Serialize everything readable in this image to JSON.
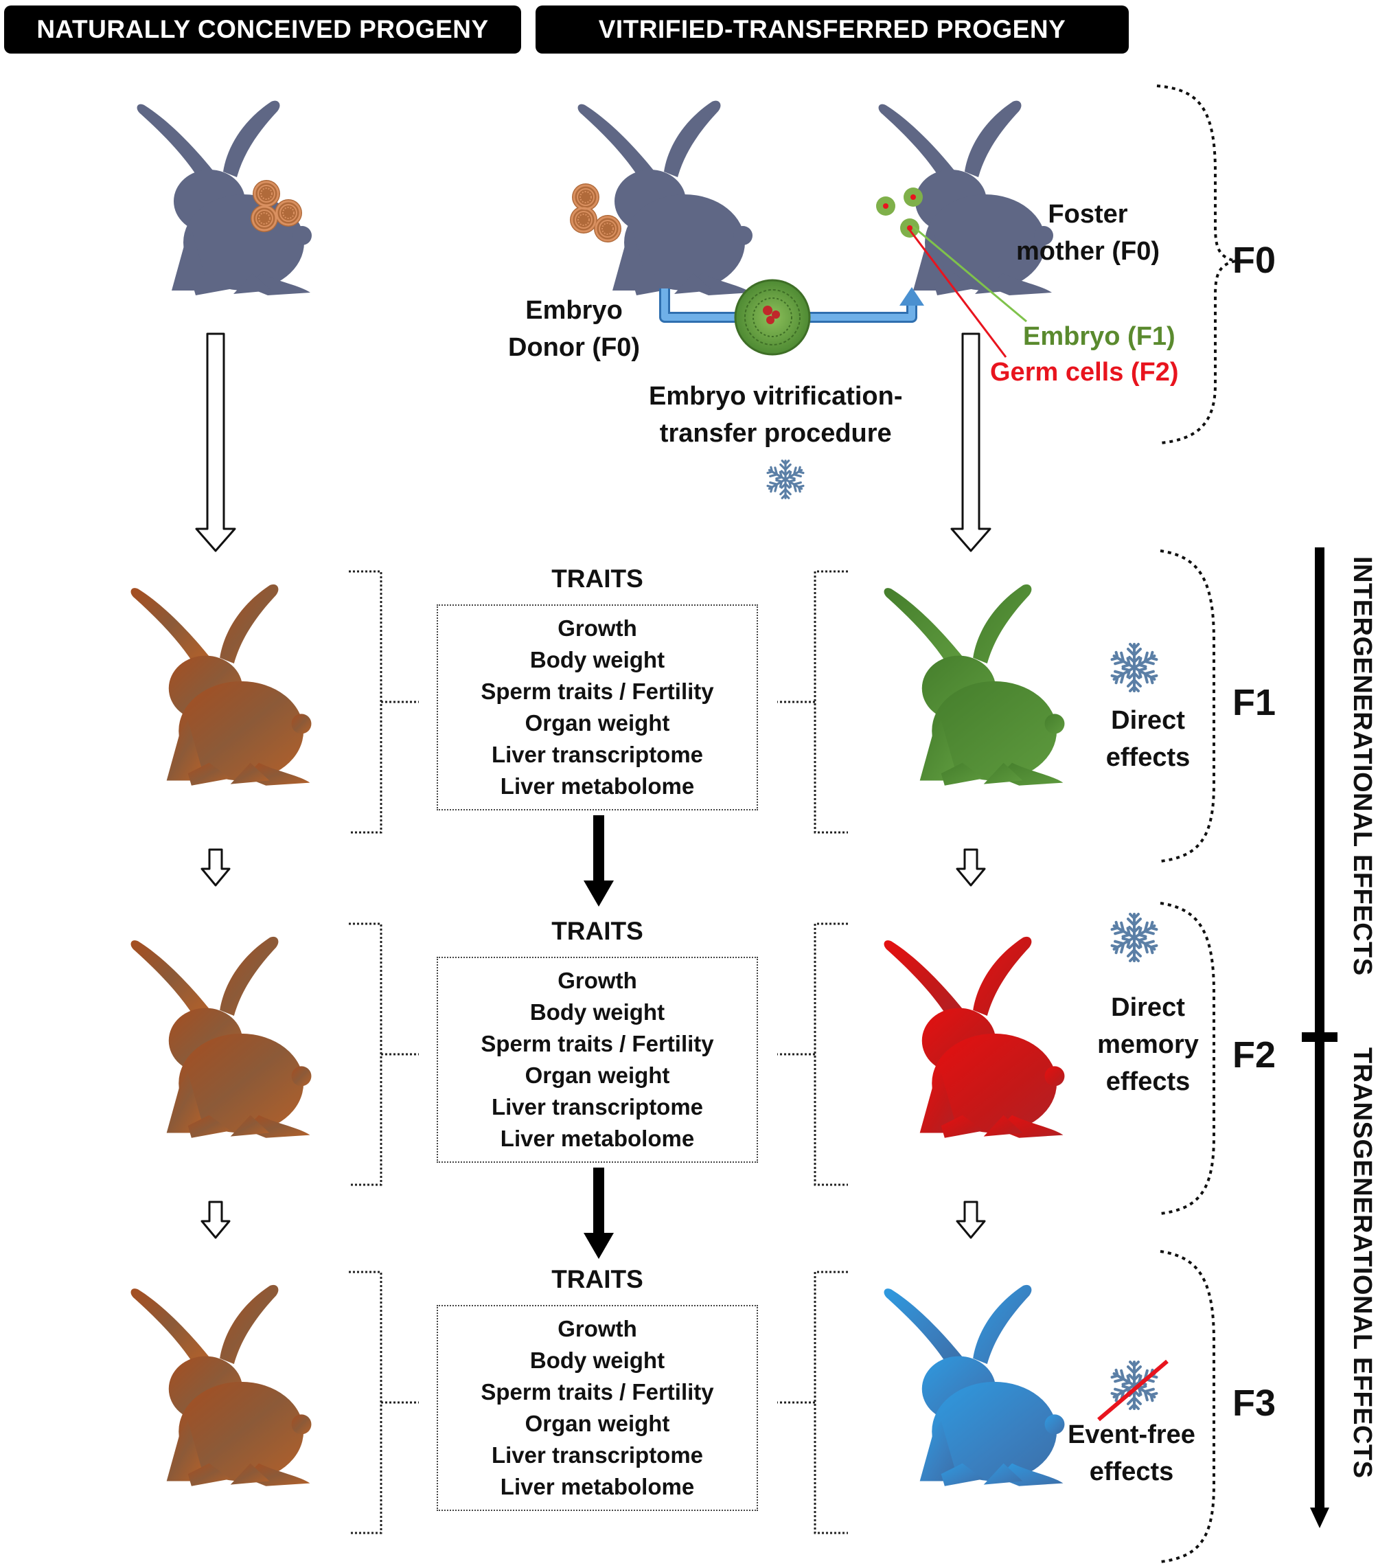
{
  "headers": {
    "natural": "NATURALLY CONCEIVED  PROGENY",
    "vitrified": "VITRIFIED-TRANSFERRED PROGENY"
  },
  "f0": {
    "embryo_donor": [
      "Embryo",
      "Donor (F0)"
    ],
    "foster_mother": [
      "Foster",
      "mother  (F0)"
    ],
    "embryo_f1": "Embryo (F1)",
    "germ_cells_f2": "Germ cells (F2)",
    "procedure": [
      "Embryo vitrification-",
      "transfer procedure"
    ]
  },
  "generations": [
    "F0",
    "F1",
    "F2",
    "F3"
  ],
  "traits": {
    "title": "TRAITS",
    "items": [
      "Growth",
      "Body weight",
      "Sperm traits / Fertility",
      "Organ weight",
      "Liver transcriptome",
      "Liver metabolome"
    ]
  },
  "effects": {
    "f1": [
      "Direct",
      "effects"
    ],
    "f2": [
      "Direct",
      "memory",
      "effects"
    ],
    "f3": [
      "Event-free",
      "effects"
    ]
  },
  "timeline": {
    "intergenerational": "INTERGENERATIONAL EFFECTS",
    "transgenerational": "TRANSGENERATIONAL EFFECTS"
  },
  "colors": {
    "f0_rabbit": "#5F6785",
    "natural_rabbit": "#B4612A",
    "f1_rabbit": "#4E8A33",
    "f2_rabbit": "#D71A1A",
    "f3_rabbit": "#3D8DCB",
    "embryo_green": "#5A8A2E",
    "germ_red": "#E8141E",
    "snowflake": "#5B7FA6",
    "transfer_arrow": "#4A90D0"
  },
  "icons": [
    "rabbit-silhouette-icon",
    "embryo-icon",
    "snowflake-icon",
    "crossed-snowflake-icon",
    "arrow-down-icon"
  ]
}
